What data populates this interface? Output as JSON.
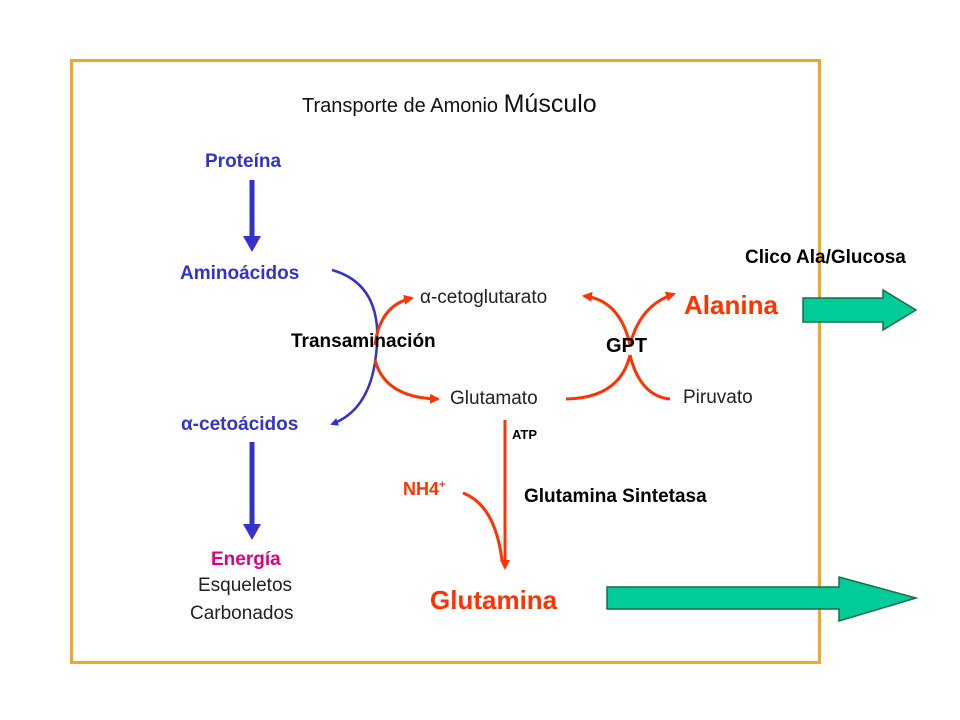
{
  "title": {
    "prefix": "Transporte de Amonio",
    "emphasis": "Músculo"
  },
  "labels": {
    "proteina": "Proteína",
    "aminoacidos": "Aminoácidos",
    "cetoacidos": "α-cetoácidos",
    "energia": "Energía",
    "esqueletos": "Esqueletos",
    "carbonados": "Carbonados",
    "transaminacion": "Transaminación",
    "cetoglutarato": "α-cetoglutarato",
    "glutamato": "Glutamato",
    "gpt": "GPT",
    "alanina": "Alanina",
    "piruvato": "Piruvato",
    "ciclo": "Clico Ala/Glucosa",
    "atp": "ATP",
    "nh4": "NH4",
    "nh4_sup": "+",
    "sintetasa": "Glutamina Sintetasa",
    "glutamina": "Glutamina"
  },
  "colors": {
    "border": "#f5a623",
    "blue_path": "#3333cc",
    "red_path": "#ff3300",
    "energy": "#e0007a",
    "export_arrow": "#00cc99"
  }
}
